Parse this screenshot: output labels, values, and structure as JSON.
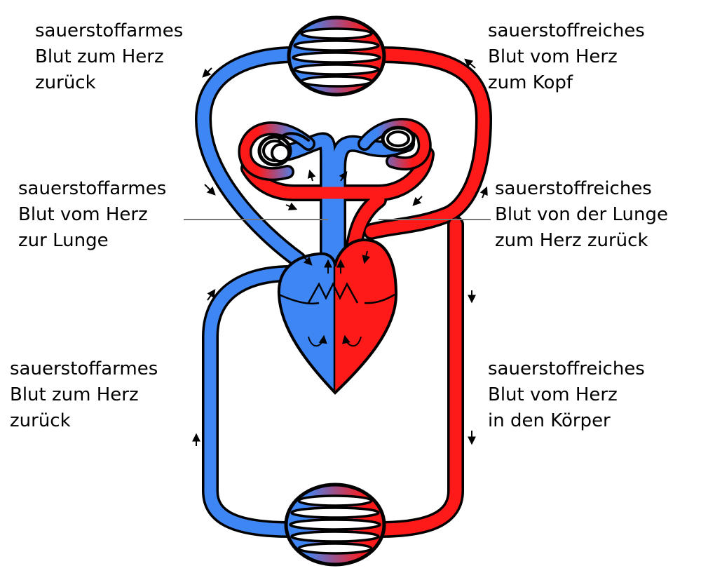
{
  "colors": {
    "oxygen_poor": "#3f86f5",
    "oxygen_rich": "#ff1a1a",
    "outline": "#000000",
    "pointer_line": "#777777",
    "background": "#ffffff"
  },
  "labels": {
    "top_left": [
      "sauerstoffarmes",
      "Blut zum Herz",
      "zurück"
    ],
    "top_right": [
      "sauerstoffreiches",
      "Blut vom Herz",
      "zum Kopf"
    ],
    "mid_left": [
      "sauerstoffarmes",
      "Blut vom Herz",
      "zur Lunge"
    ],
    "mid_right": [
      "sauerstoffreiches",
      "Blut von der Lunge",
      "zum Herz zurück"
    ],
    "bottom_left": [
      "sauerstoffarmes",
      "Blut zum Herz",
      "zurück"
    ],
    "bottom_right": [
      "sauerstoffreiches",
      "Blut vom Herz",
      "in den Körper"
    ]
  },
  "icons": {
    "heart": "heart-icon",
    "capillary_bed": "capillary-bed-icon",
    "flow_arrow": "flow-arrow-icon"
  }
}
